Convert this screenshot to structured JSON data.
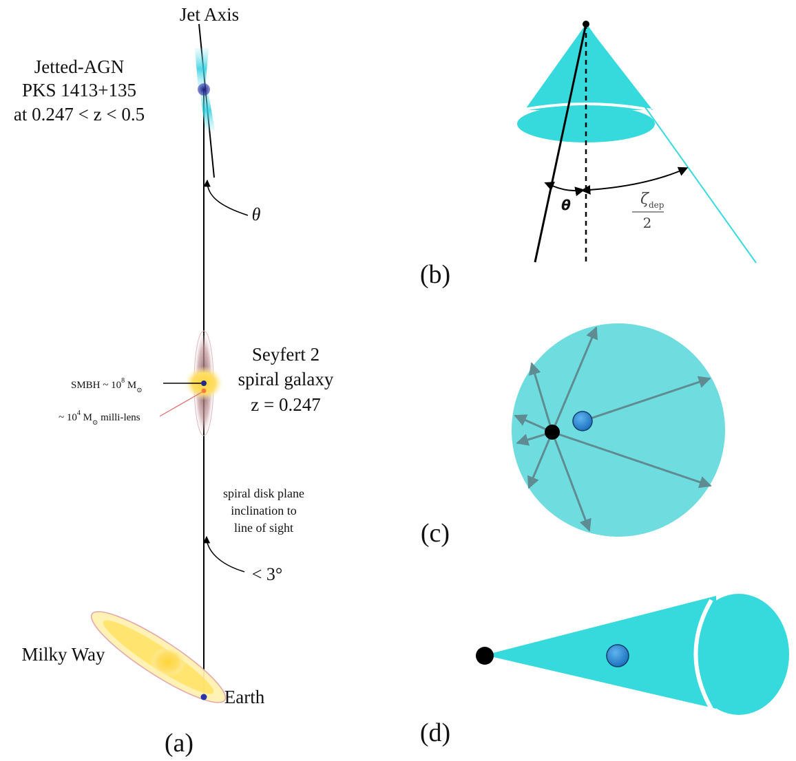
{
  "panel_a": {
    "jet_axis": "Jet Axis",
    "agn": {
      "line1": "Jetted-AGN",
      "line2": "PKS 1413+135",
      "line3": "at 0.247 < z < 0.5"
    },
    "theta": "θ",
    "seyfert": {
      "line1": "Seyfert 2",
      "line2": "spiral galaxy",
      "line3": "z = 0.247"
    },
    "smbh": {
      "prefix": "SMBH ~ 10",
      "exp": "8",
      "unit": " M",
      "sun": "⊙"
    },
    "millilens": {
      "prefix": "~ 10",
      "exp": "4",
      "unit": " M",
      "sun": "⊙",
      "suffix": " milli-lens"
    },
    "disk_note": {
      "line1": "spiral disk plane",
      "line2": "inclination to",
      "line3": "line of sight"
    },
    "angle": "< 3°",
    "milky_way": "Milky Way",
    "earth": "Earth",
    "label": "(a)"
  },
  "panel_b": {
    "theta": "θ",
    "zeta": "ζ",
    "zeta_sub": "dep",
    "denominator": "2",
    "label": "(b)"
  },
  "panel_c": {
    "label": "(c)"
  },
  "panel_d": {
    "label": "(d)"
  },
  "colors": {
    "cyan": "#36d9dc",
    "cyan_light": "#6fdcdf",
    "arrow_gray": "#5e8c92",
    "blue_dot": "#2f8fd3",
    "galaxy_yellow": "#ffd84a",
    "nucleus_navy": "#1f2a8c",
    "milli_orange": "#ff7a3a"
  }
}
